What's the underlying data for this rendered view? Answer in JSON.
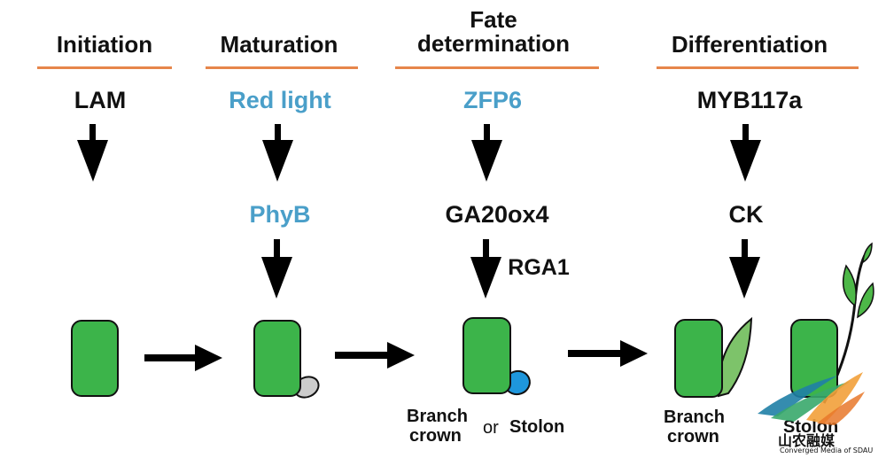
{
  "stages": [
    {
      "key": "initiation",
      "label": "Initiation"
    },
    {
      "key": "maturation",
      "label": "Maturation"
    },
    {
      "key": "fate",
      "label_line1": "Fate",
      "label_line2": "determination"
    },
    {
      "key": "differentiation",
      "label": "Differentiation"
    }
  ],
  "regulators": {
    "lam": "LAM",
    "red_light": "Red light",
    "phyb": "PhyB",
    "zfp6": "ZFP6",
    "ga20ox4": "GA20ox4",
    "rga1": "RGA1",
    "myb117a": "MYB117a",
    "ck": "CK"
  },
  "outcome_labels": {
    "fate_branch_line1": "Branch",
    "fate_branch_line2": "crown",
    "fate_or": "or",
    "fate_stolon": "Stolon",
    "diff_branch_line1": "Branch",
    "diff_branch_line2": "crown",
    "diff_stolon": "Stolon"
  },
  "logo": {
    "name_cn": "山农融媒",
    "name_en": "Converged Media of SDAU"
  },
  "colors": {
    "underline": "#e6864b",
    "blue_text": "#4a9fc9",
    "black_text": "#111111",
    "cell_green": "#3cb44a",
    "bud_gray": "#cccccc",
    "bud_blue": "#1e96dc",
    "leaf_green": "#7dc36a",
    "arrow": "#000000"
  }
}
